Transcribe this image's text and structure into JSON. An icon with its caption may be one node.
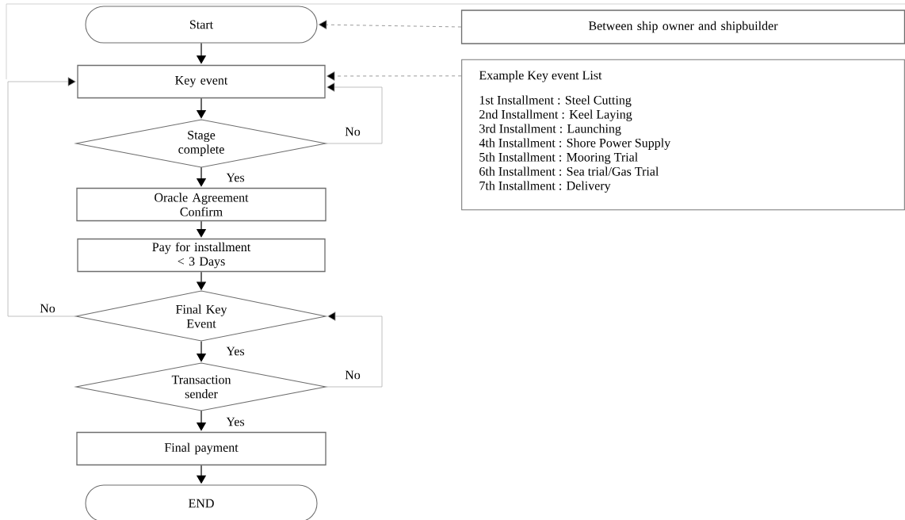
{
  "diagram": {
    "nodes": [
      {
        "text": [
          "Start"
        ]
      },
      {
        "text": [
          "Between ship owner and shipbuilder"
        ]
      },
      {
        "text": [
          "Key event"
        ]
      },
      {
        "text": [
          "Example Key event List",
          "1st Installment : Steel Cutting",
          "2nd Installment : Keel Laying",
          "3rd Installment : Launching",
          "4th Installment : Shore Power Supply",
          "5th Installment : Mooring Trial",
          "6th Installment : Sea trial/Gas Trial",
          "7th Installment : Delivery"
        ]
      },
      {
        "text": [
          "Stage complete"
        ]
      },
      {
        "text": [
          "Oracle Agreement Confirm"
        ]
      },
      {
        "text": [
          "Pay for installment < 3 Days"
        ]
      },
      {
        "text": [
          "Final Key Event"
        ]
      },
      {
        "text": [
          "Transaction sender"
        ]
      },
      {
        "text": [
          "Final payment"
        ]
      },
      {
        "text": [
          "END"
        ]
      }
    ],
    "edges": [
      {
        "from": 0,
        "to": 2,
        "arrow": "to"
      },
      {
        "from": 1,
        "to": 0,
        "arrow": "to",
        "style": "dashed",
        "color": "#808080"
      },
      {
        "from": 3,
        "to": 2,
        "arrow": "to",
        "style": "dashed",
        "color": "#808080"
      },
      {
        "from": 2,
        "to": 4,
        "arrow": "to"
      },
      {
        "from": 4,
        "to": 2,
        "arrow": "to",
        "label": "No",
        "color": "#b0b0b0"
      },
      {
        "from": 4,
        "to": 5,
        "arrow": "to",
        "label": "Yes"
      },
      {
        "from": 5,
        "to": 6,
        "arrow": "to"
      },
      {
        "from": 6,
        "to": 7,
        "arrow": "to"
      },
      {
        "from": 7,
        "to": 2,
        "arrow": "to",
        "label": "No",
        "color": "#b0b0b0"
      },
      {
        "from": 7,
        "to": 8,
        "arrow": "to",
        "label": "Yes"
      },
      {
        "from": 8,
        "to": 7,
        "arrow": "to",
        "label": "No",
        "color": "#b0b0b0"
      },
      {
        "from": 8,
        "to": 9,
        "arrow": "to",
        "label": "Yes"
      },
      {
        "from": 9,
        "to": 10,
        "arrow": "to"
      }
    ]
  }
}
